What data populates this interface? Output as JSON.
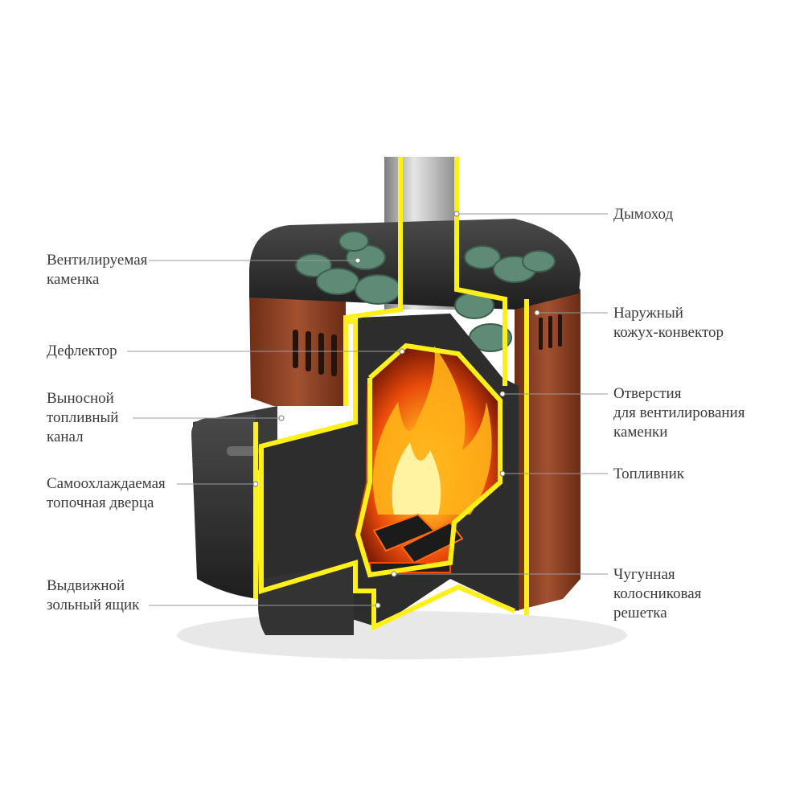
{
  "colors": {
    "section_outline": "#ffef1a",
    "body_brown": "#8a3f22",
    "metal_dark": "#2c2c2c",
    "stones": "#5f8a76",
    "fire": "#ff7a00",
    "leader_line": "#9a9a9a"
  },
  "labels": {
    "chimney": [
      "Дымоход"
    ],
    "ventilated_stove": [
      "Вентилируемая",
      "каменка"
    ],
    "outer_casing": [
      "Наружный",
      "кожух-конвектор"
    ],
    "deflector": [
      "Дефлектор"
    ],
    "vent_openings": [
      "Отверстия",
      "для вентилирования",
      "каменки"
    ],
    "fuel_channel": [
      "Выносной",
      "топливный",
      "канал"
    ],
    "firebox": [
      "Топливник"
    ],
    "door": [
      "Самоохлаждаемая",
      "топочная дверца"
    ],
    "ash_box": [
      "Выдвижной",
      "зольный ящик"
    ],
    "grate": [
      "Чугунная",
      "колосниковая",
      "решетка"
    ]
  }
}
